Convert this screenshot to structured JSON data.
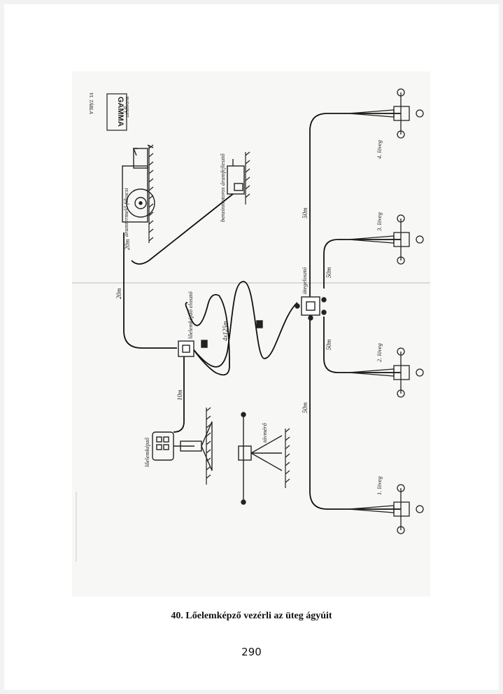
{
  "plate": {
    "table_label": "VI. TÁBLA",
    "logo": {
      "line1": "GAMMA",
      "line2": "R.T.",
      "line3": "BUDAPEST"
    },
    "labels": {
      "generator_car": "áramtermelő fékocsi",
      "engine_generator": "benzinmotoros áramfejlesztő",
      "distributor": "lőelemképző elosztó",
      "battery_distributor": "ütegelosztó",
      "director": "lőelemképző",
      "rangefinder": "távmérő",
      "gun1": "1. löveg",
      "gun2": "2. löveg",
      "gun3": "3. löveg",
      "gun4": "4. löveg"
    },
    "distances": {
      "d_20m_a": "20m",
      "d_20m_b": "20m",
      "d_10m": "10m",
      "d_4x125m": "4x125m",
      "d_50m_gun4": "50m",
      "d_50m_gun3": "50m",
      "d_50m_gun2": "50m",
      "d_50m_gun1": "50m"
    }
  },
  "caption": "40. Lőelemképző vezérli az üteg ágyúit",
  "page_number": "290"
}
